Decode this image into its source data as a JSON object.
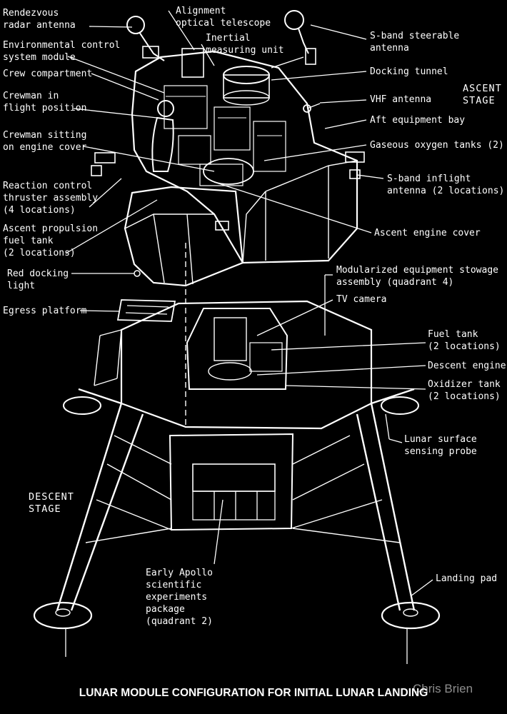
{
  "caption": "LUNAR MODULE CONFIGURATION FOR INITIAL LUNAR LANDING",
  "watermark": "Chris Brien",
  "stages": {
    "ascent": "ASCENT\nSTAGE",
    "descent": "DESCENT\nSTAGE"
  },
  "labels": {
    "rendezvous_radar_antenna": "Rendezvous\nradar antenna",
    "alignment_optical_telescope": "Alignment\noptical telescope",
    "inertial_measuring_unit": "Inertial\nmeasuring unit",
    "environmental_control_system_module": "Environmental control\nsystem module",
    "crew_compartment": "Crew compartment",
    "crewman_in_flight_position": "Crewman in\nflight position",
    "crewman_sitting_on_engine_cover": "Crewman sitting\non engine cover",
    "reaction_control_thruster_assembly": "Reaction control\nthruster assembly\n(4 locations)",
    "ascent_propulsion_fuel_tank": "Ascent propulsion\nfuel tank\n(2 locations)",
    "red_docking_light": "Red docking\nlight",
    "egress_platform": "Egress platform",
    "s_band_steerable_antenna": "S-band steerable\nantenna",
    "docking_tunnel": "Docking tunnel",
    "vhf_antenna": "VHF antenna",
    "aft_equipment_bay": "Aft equipment bay",
    "gaseous_oxygen_tanks": "Gaseous oxygen tanks (2)",
    "s_band_inflight_antenna": "S-band inflight\nantenna (2 locations)",
    "ascent_engine_cover": "Ascent engine cover",
    "modularized_equipment_stowage_assembly": "Modularized equipment stowage\nassembly (quadrant 4)",
    "tv_camera": "TV camera",
    "fuel_tank": "Fuel tank\n(2 locations)",
    "descent_engine": "Descent engine",
    "oxidizer_tank": "Oxidizer tank\n(2 locations)",
    "lunar_surface_sensing_probe": "Lunar surface\nsensing probe",
    "landing_pad": "Landing pad",
    "early_apollo_scientific_experiments_package": "Early Apollo\nscientific\nexperiments\npackage\n(quadrant 2)"
  }
}
